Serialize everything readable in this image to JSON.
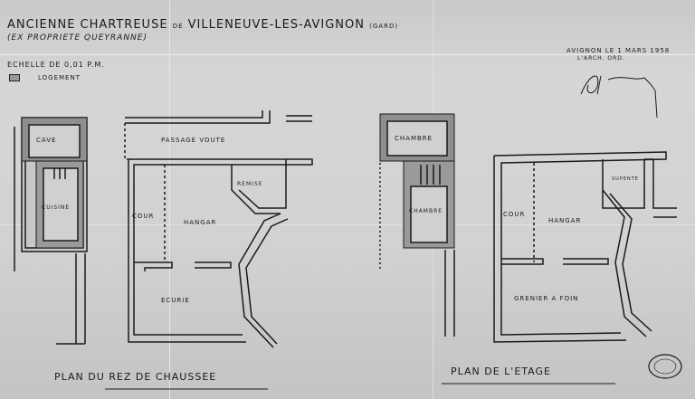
{
  "header": {
    "title_main": "Ancienne Chartreuse",
    "title_de": "de",
    "title_place": "Villeneuve-les-Avignon",
    "title_dept": "(Gard)",
    "subtitle": "(ex propriete Queyranne)",
    "scale": "Echelle de 0,01 P.M.",
    "legend_label": "Logement"
  },
  "signature_block": {
    "date": "Avignon le 1 Mars 1958",
    "role": "L'Arch. ord.",
    "signature": "signature"
  },
  "stamp": {
    "text": "stamp"
  },
  "ground_floor": {
    "title": "Plan du Rez de Chaussee",
    "rooms": {
      "cave": "Cave",
      "cuisine": "Cuisine",
      "passage": "Passage voute",
      "remise": "Remise",
      "cour": "Cour",
      "hangar": "Hangar",
      "ecurie": "Ecurie"
    }
  },
  "upper_floor": {
    "title": "Plan de l'Etage",
    "rooms": {
      "chambre1": "Chambre",
      "chambre2": "Chambre",
      "cour": "Cour",
      "hangar": "Hangar",
      "soupente": "Supente",
      "grenier": "Grenier a foin"
    }
  }
}
